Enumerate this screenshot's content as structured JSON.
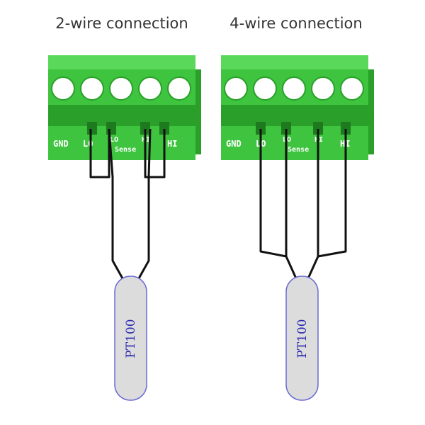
{
  "colors": {
    "terminal_green": "#3ec43e",
    "terminal_dark": "#2aa02a",
    "terminal_light": "#5ad85a",
    "wire": "#111111",
    "sensor_fill": "#dcdcdc",
    "sensor_stroke": "#6b6bd6",
    "sensor_text": "#2a2ab0"
  },
  "left": {
    "title": "2-wire connection",
    "labels": {
      "gnd": "GND",
      "lo": "LO",
      "lo_sense": "LO",
      "hi_sense": "HI",
      "sense": "Sense",
      "hi": "HI"
    },
    "sensor_label": "PT100"
  },
  "right": {
    "title": "4-wire connection",
    "labels": {
      "gnd": "GND",
      "lo": "LO",
      "lo_sense": "LO",
      "hi_sense": "HI",
      "sense": "Sense",
      "hi": "HI"
    },
    "sensor_label": "PT100"
  }
}
